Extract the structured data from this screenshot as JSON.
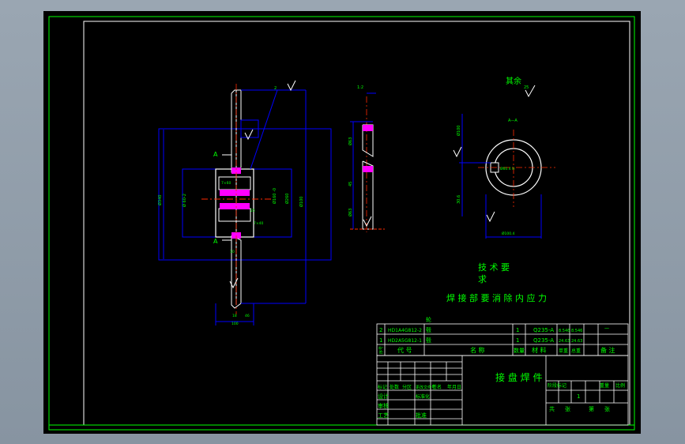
{
  "colors": {
    "background": "#000000",
    "frame": "#00ff00",
    "outline": "#ffffff",
    "dimension": "#0000ff",
    "centerline": "#ff2a00",
    "text": "#00ff00",
    "section_fill": "#ff00ff"
  },
  "view_marks": {
    "section_label_a1": "A",
    "section_label_a2": "A",
    "section_title": "A—A",
    "roughness_top": "2",
    "roughness_other": "其余",
    "roughness_other_value": "25"
  },
  "dimensions": {
    "main_height": "Ø340",
    "hub_width": "100",
    "hub_right": "44",
    "hub_label_1": "Ø 60-2",
    "hub_label_2": "7×60",
    "hub_label_3": "Ø260",
    "hub_label_4": "Ø160 -0",
    "hub_label_5": "25",
    "hub_label_6": "7×40",
    "rim_label": "Ø100",
    "small_label_1": "18",
    "small_label_2": "10",
    "small_label_3": "46",
    "key_label_1": "Ø100",
    "key_label_2": "30.6",
    "key_label_3": "Ø60.4 H",
    "key_label_4": "Ø100.4",
    "detail_label_1": "Ø63",
    "detail_label_2": "45",
    "detail_label_3": "Ø63",
    "detail_top": "1:2"
  },
  "notes": {
    "title": "技 术 要",
    "title_2": "求",
    "line_1": "焊 接 部 要 消 除 内 应 力"
  },
  "bom": {
    "rows": [
      {
        "index": "2",
        "code": "HD1A4G812-2",
        "name_top": "轮",
        "name": "毂",
        "qty": "1",
        "material": "Q235-A",
        "unit_weight": "8.546",
        "total_weight": "8.546",
        "note": "一"
      },
      {
        "index": "1",
        "code": "HD2A5G812-1",
        "name_top": "",
        "name": "毂",
        "qty": "1",
        "material": "Q235-A",
        "unit_weight": "24.63",
        "total_weight": "24.63",
        "note": ""
      }
    ],
    "header": {
      "index": "序号",
      "code": "代 号",
      "name": "名 称",
      "qty": "数量",
      "material": "材 料",
      "unit_weight": "单重",
      "total_weight": "总重",
      "note": "备 注"
    }
  },
  "title_block": {
    "part_name": "接 盘 焊 件",
    "col_left_1": "标记",
    "col_left_2": "处数",
    "col_left_3": "分区",
    "col_left_4": "更改文件号",
    "col_left_5": "签名",
    "col_left_6": "年月日",
    "row_design": "设计",
    "row_std": "标准化",
    "row_review": "审核",
    "row_process": "工艺",
    "row_approve": "批准",
    "stage": "阶段标记",
    "weight": "重量",
    "scale": "比例",
    "sheet_total": "共",
    "sheet_of": "张",
    "sheet_index": "第",
    "sheet_page": "张",
    "scale_value": "1"
  }
}
